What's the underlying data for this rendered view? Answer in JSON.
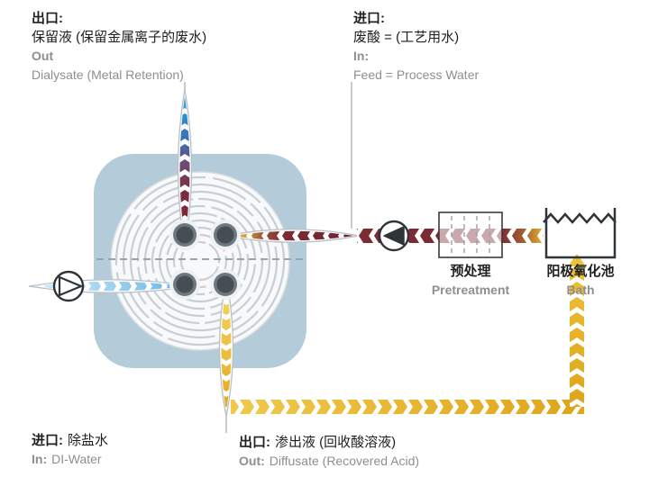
{
  "labels": {
    "top_left": {
      "zh_title": "出口:",
      "zh_sub": "保留液 (保留金属离子的废水)",
      "en_title": "Out",
      "en_sub": "Dialysate (Metal Retention)"
    },
    "top_right": {
      "zh_title": "进口:",
      "zh_sub": "废酸 = (工艺用水)",
      "en_title": "In:",
      "en_sub": "Feed = Process Water"
    },
    "bottom_left": {
      "zh_label": "进口:",
      "zh_text": "除盐水",
      "en_label": "In:",
      "en_text": "DI-Water"
    },
    "bottom_center": {
      "zh_label": "出口:",
      "zh_text": "渗出液 (回收酸溶液)",
      "en_label": "Out:",
      "en_text": "Diffusate (Recovered Acid)"
    },
    "pretreatment": {
      "zh": "预处理",
      "en": "Pretreatment"
    },
    "bath": {
      "zh": "阳极氧化池",
      "en": "Bath"
    }
  },
  "components": {
    "module": "spiral-wound-dialysis-module",
    "pumps": [
      "di-water-pump",
      "feed-pump"
    ],
    "pretreatment": "pretreatment-filter-box",
    "bath": "anodizing-bath-tank"
  },
  "colors": {
    "feed_acid": "#7c2a34",
    "recovered_acid_gold": "#e0a91f",
    "di_water_blue": "#9fd2ee",
    "dialysate_blue": "#2b93d6",
    "module_body": "#b4ccd9",
    "text_primary": "#1f1f1f",
    "text_secondary": "#8f8f8f"
  }
}
